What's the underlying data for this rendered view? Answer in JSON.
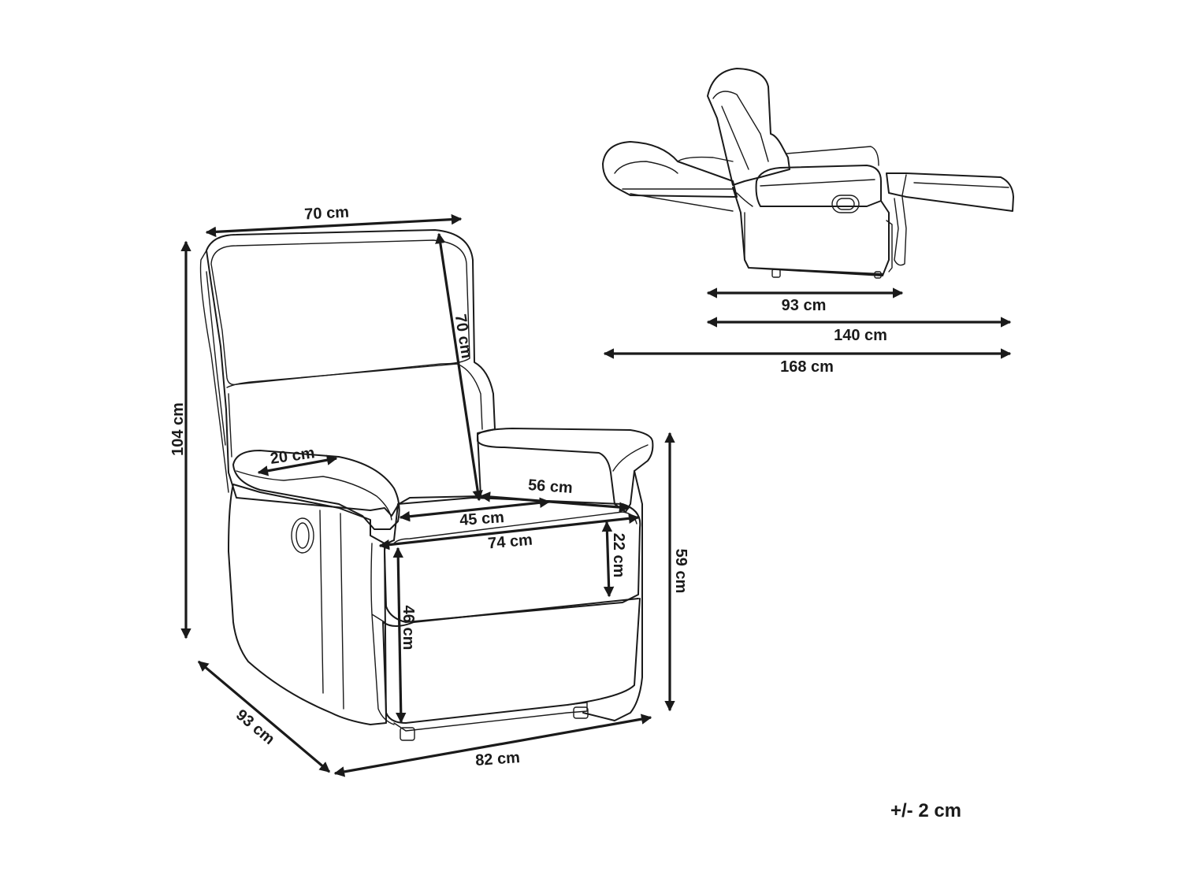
{
  "dimensions": [
    {
      "id": "backrest-width",
      "label": "70 cm"
    },
    {
      "id": "total-height",
      "label": "104 cm"
    },
    {
      "id": "backrest-height",
      "label": "70 cm"
    },
    {
      "id": "armrest-width",
      "label": "20 cm"
    },
    {
      "id": "seat-depth",
      "label": "56 cm"
    },
    {
      "id": "seat-width",
      "label": "45 cm"
    },
    {
      "id": "inner-width",
      "label": "74 cm"
    },
    {
      "id": "armrest-above-seat",
      "label": "22 cm"
    },
    {
      "id": "arm-height",
      "label": "59 cm"
    },
    {
      "id": "seat-height",
      "label": "46 cm"
    },
    {
      "id": "depth",
      "label": "93 cm"
    },
    {
      "id": "width",
      "label": "82 cm"
    },
    {
      "id": "side-depth",
      "label": "93 cm"
    },
    {
      "id": "reclined-depth",
      "label": "140 cm"
    },
    {
      "id": "full-reclined-length",
      "label": "168 cm"
    }
  ],
  "tolerance": "+/- 2 cm"
}
